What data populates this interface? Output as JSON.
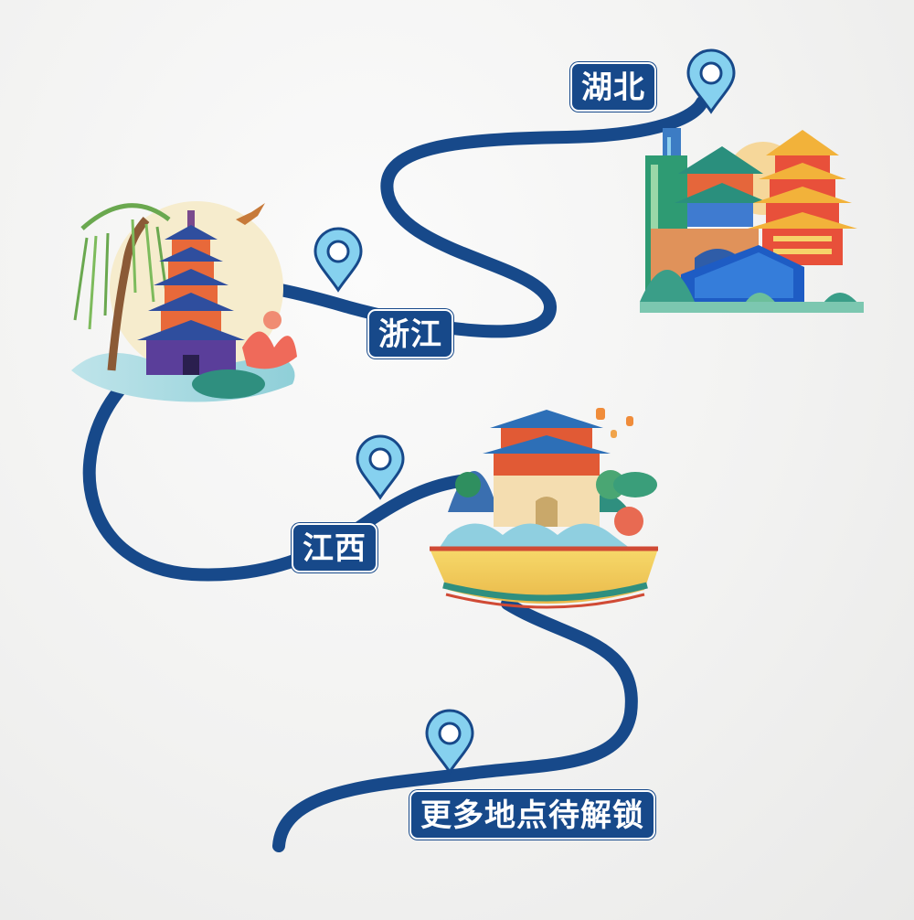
{
  "route": {
    "path_color": "#17498a",
    "pin_color": "#86d1ef",
    "stops": [
      {
        "label": "湖北",
        "icon": "location-pin-icon",
        "illustration": "yellow-crane-tower-illustration"
      },
      {
        "label": "浙江",
        "icon": "location-pin-icon",
        "illustration": "leifeng-pagoda-illustration"
      },
      {
        "label": "江西",
        "icon": "location-pin-icon",
        "illustration": "tengwang-pavilion-illustration"
      },
      {
        "label": "更多地点待解锁",
        "icon": "location-pin-icon"
      }
    ]
  }
}
